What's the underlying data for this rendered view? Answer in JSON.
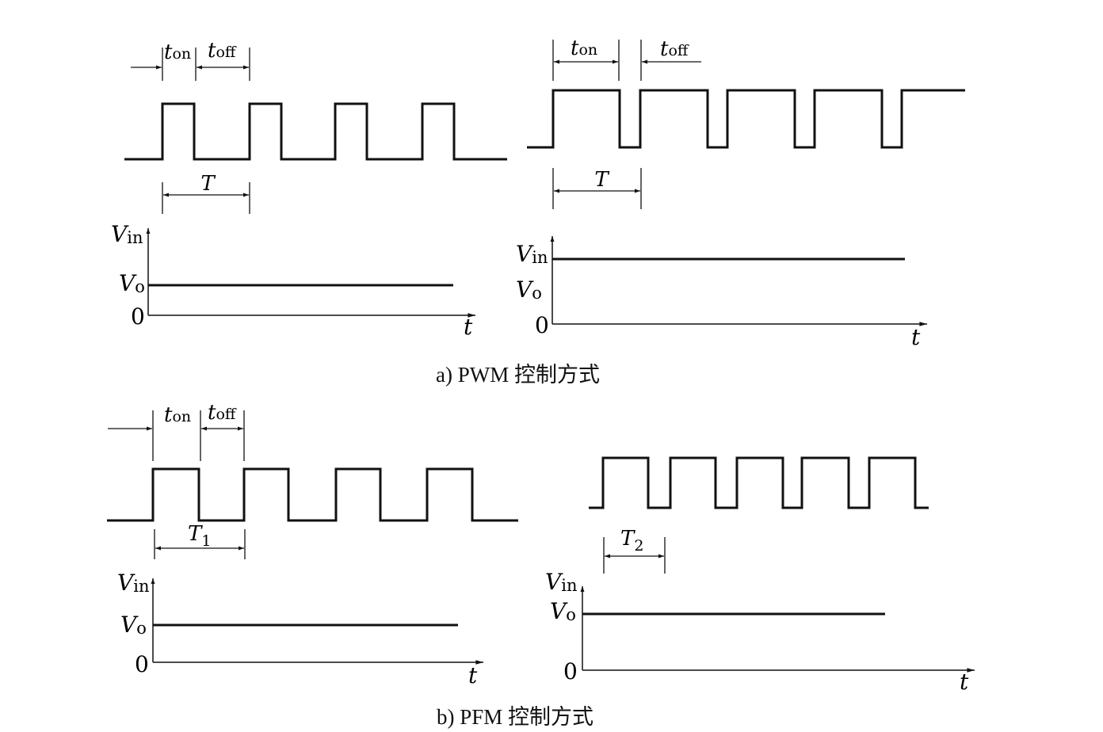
{
  "captions": {
    "a": "a) PWM 控制方式",
    "b": "b) PFM 控制方式"
  },
  "labels": {
    "t_on": {
      "base": "t",
      "sub": "on"
    },
    "t_off": {
      "base": "t",
      "sub": "off"
    },
    "T": "T",
    "T1": {
      "base": "T",
      "sub": "1"
    },
    "T2": {
      "base": "T",
      "sub": "2"
    },
    "V_in": {
      "base": "V",
      "sub": "in"
    },
    "V_o": {
      "base": "V",
      "sub": "o"
    },
    "zero": "0",
    "t_axis": "t"
  },
  "colors": {
    "ink": "#111111",
    "background": "#ffffff"
  }
}
